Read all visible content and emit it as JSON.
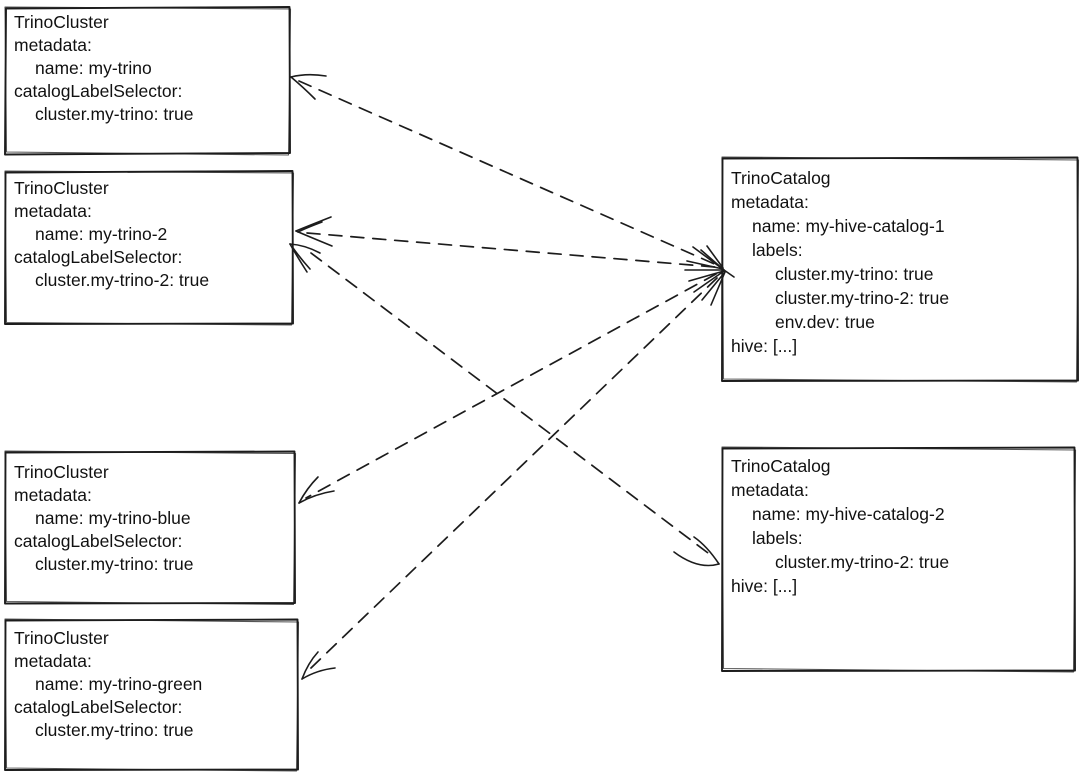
{
  "colors": {
    "ink": "#1c1c1c",
    "background": "#ffffff"
  },
  "boxes": {
    "cluster1": {
      "l1": "TrinoCluster",
      "l2": "metadata:",
      "l3": "name: my-trino",
      "l4": "catalogLabelSelector:",
      "l5": "cluster.my-trino: true"
    },
    "cluster2": {
      "l1": "TrinoCluster",
      "l2": "metadata:",
      "l3": "name: my-trino-2",
      "l4": "catalogLabelSelector:",
      "l5": "cluster.my-trino-2: true"
    },
    "cluster3": {
      "l1": "TrinoCluster",
      "l2": "metadata:",
      "l3": "name: my-trino-blue",
      "l4": "catalogLabelSelector:",
      "l5": "cluster.my-trino: true"
    },
    "cluster4": {
      "l1": "TrinoCluster",
      "l2": "metadata:",
      "l3": "name: my-trino-green",
      "l4": "catalogLabelSelector:",
      "l5": "cluster.my-trino: true"
    },
    "catalog1": {
      "l1": "TrinoCatalog",
      "l2": "metadata:",
      "l3": "name: my-hive-catalog-1",
      "l4": "labels:",
      "l5": "cluster.my-trino: true",
      "l6": "cluster.my-trino-2: true",
      "l7": "env.dev: true",
      "l8": "hive: [...]"
    },
    "catalog2": {
      "l1": "TrinoCatalog",
      "l2": "metadata:",
      "l3": "name: my-hive-catalog-2",
      "l4": "labels:",
      "l5": "cluster.my-trino-2: true",
      "l6": "hive: [...]"
    }
  },
  "edges": [
    {
      "from": "my-hive-catalog-1",
      "to": "my-trino",
      "style": "dashed",
      "bidirectional": true
    },
    {
      "from": "my-hive-catalog-1",
      "to": "my-trino-2",
      "style": "dashed",
      "bidirectional": true
    },
    {
      "from": "my-hive-catalog-1",
      "to": "my-trino-blue",
      "style": "dashed",
      "bidirectional": true
    },
    {
      "from": "my-hive-catalog-1",
      "to": "my-trino-green",
      "style": "dashed",
      "bidirectional": true
    },
    {
      "from": "my-hive-catalog-2",
      "to": "my-trino-2",
      "style": "dashed",
      "bidirectional": true
    }
  ]
}
